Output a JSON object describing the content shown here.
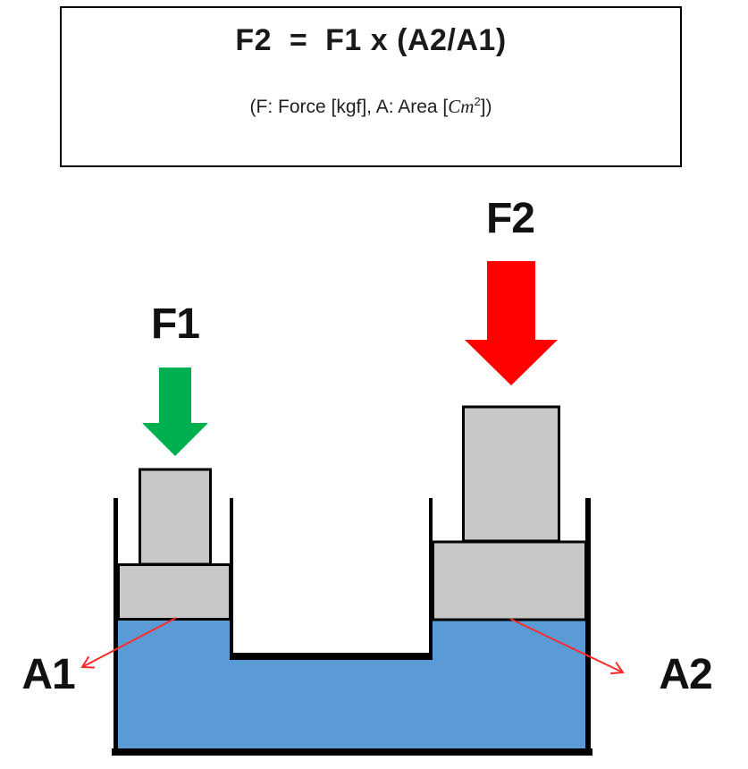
{
  "formula_box": {
    "formula": "F2  =  F1 x (A2/A1)",
    "units_prefix": "(F: Force [kgf], A: Area [",
    "units_symbol": "Cm",
    "units_exponent": "2",
    "units_suffix": "])"
  },
  "labels": {
    "force_small": "F1",
    "force_large": "F2",
    "area_small": "A1",
    "area_large": "A2"
  },
  "colors": {
    "green-arrow": "#00B050",
    "red-arrow": "#FF0000",
    "pointer-red": "#FF2B2B",
    "water-blue": "#5B9BD5",
    "piston-gray": "#C8C8C8",
    "outline": "#000000"
  }
}
